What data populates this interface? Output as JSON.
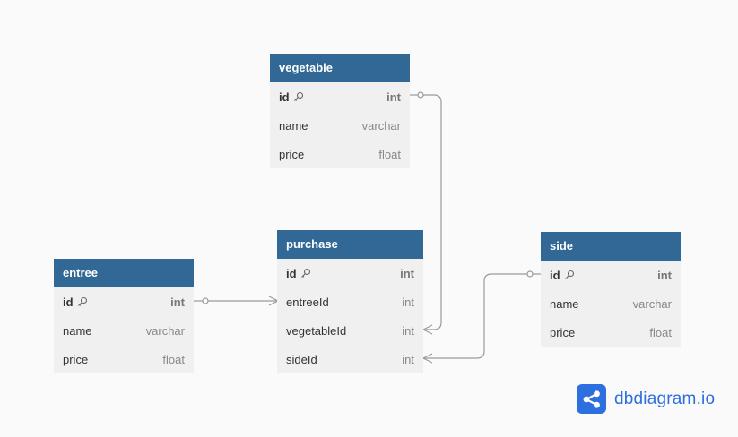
{
  "tables": {
    "vegetable": {
      "name": "vegetable",
      "fields": [
        {
          "name": "id",
          "type": "int",
          "pk": true
        },
        {
          "name": "name",
          "type": "varchar",
          "pk": false
        },
        {
          "name": "price",
          "type": "float",
          "pk": false
        }
      ]
    },
    "purchase": {
      "name": "purchase",
      "fields": [
        {
          "name": "id",
          "type": "int",
          "pk": true
        },
        {
          "name": "entreeId",
          "type": "int",
          "pk": false
        },
        {
          "name": "vegetableId",
          "type": "int",
          "pk": false
        },
        {
          "name": "sideId",
          "type": "int",
          "pk": false
        }
      ]
    },
    "entree": {
      "name": "entree",
      "fields": [
        {
          "name": "id",
          "type": "int",
          "pk": true
        },
        {
          "name": "name",
          "type": "varchar",
          "pk": false
        },
        {
          "name": "price",
          "type": "float",
          "pk": false
        }
      ]
    },
    "side": {
      "name": "side",
      "fields": [
        {
          "name": "id",
          "type": "int",
          "pk": true
        },
        {
          "name": "name",
          "type": "varchar",
          "pk": false
        },
        {
          "name": "price",
          "type": "float",
          "pk": false
        }
      ]
    }
  },
  "relationships": [
    {
      "from": "purchase.entreeId",
      "to": "entree.id"
    },
    {
      "from": "purchase.vegetableId",
      "to": "vegetable.id"
    },
    {
      "from": "purchase.sideId",
      "to": "side.id"
    }
  ],
  "logo": {
    "text": "dbdiagram.io",
    "icon": "share-nodes-icon"
  },
  "colors": {
    "header": "#316896",
    "body": "#f0f0f0",
    "line": "#9a9a9a",
    "brand": "#2d6fde"
  }
}
